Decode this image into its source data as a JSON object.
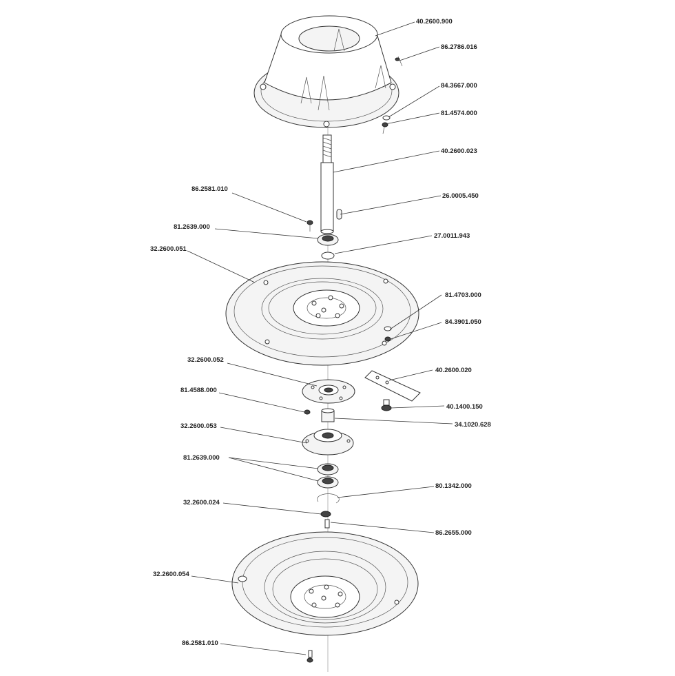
{
  "parts": [
    {
      "id": "40.2600.900"
    },
    {
      "id": "86.2786.016"
    },
    {
      "id": "84.3667.000"
    },
    {
      "id": "81.4574.000"
    },
    {
      "id": "40.2600.023"
    },
    {
      "id": "26.0005.450"
    },
    {
      "id": "86.2581.010"
    },
    {
      "id": "81.2639.000"
    },
    {
      "id": "27.0011.943"
    },
    {
      "id": "32.2600.051"
    },
    {
      "id": "81.4703.000"
    },
    {
      "id": "84.3901.050"
    },
    {
      "id": "32.2600.052"
    },
    {
      "id": "40.2600.020"
    },
    {
      "id": "81.4588.000"
    },
    {
      "id": "40.1400.150"
    },
    {
      "id": "34.1020.628"
    },
    {
      "id": "32.2600.053"
    },
    {
      "id": "81.2639.000"
    },
    {
      "id": "80.1342.000"
    },
    {
      "id": "32.2600.024"
    },
    {
      "id": "86.2655.000"
    },
    {
      "id": "32.2600.054"
    },
    {
      "id": "86.2581.010"
    }
  ]
}
